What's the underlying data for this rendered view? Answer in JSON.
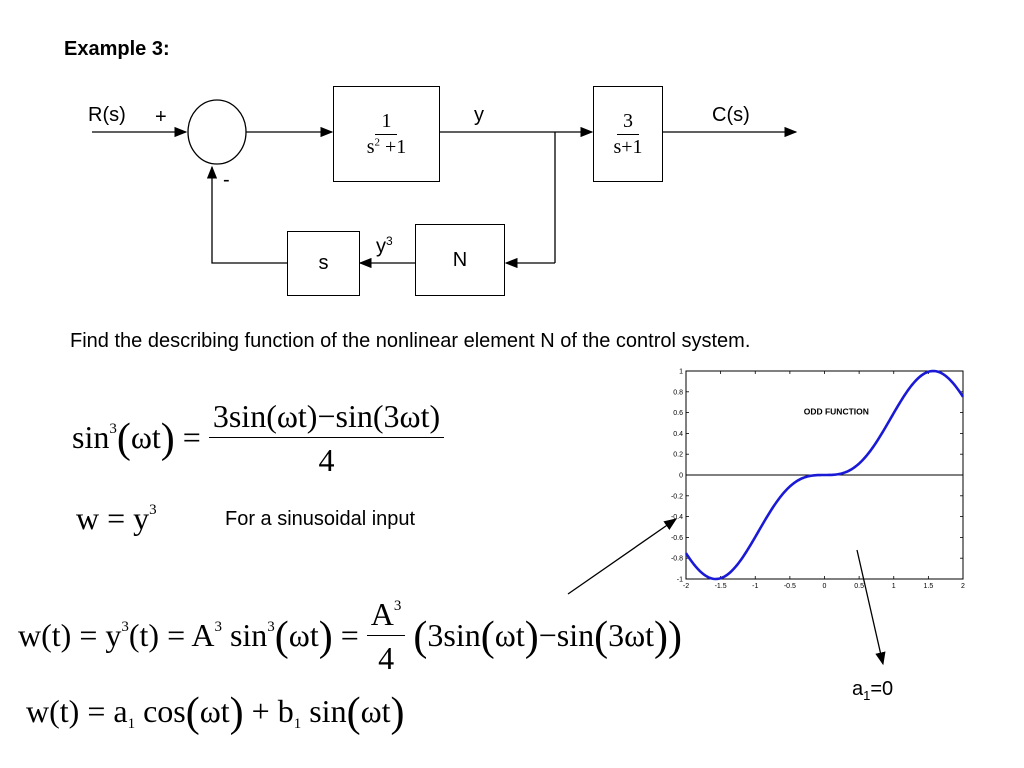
{
  "title": "Example 3:",
  "diagram": {
    "input_label": "R(s)",
    "output_label": "C(s)",
    "plus_sign": "+",
    "minus_sign": "-",
    "y_label": "y",
    "y3_base": "y",
    "y3_exp": "3",
    "block1": {
      "num": "1",
      "den_base": "s",
      "den_exp": "2",
      "den_rest": " +1"
    },
    "block2": {
      "num": "3",
      "den": "s+1"
    },
    "block_n": "N",
    "block_s": "s"
  },
  "problem": "Find the describing function of the nonlinear element N of the control system.",
  "equations": {
    "identity": {
      "lhs_fn": "sin",
      "lhs_exp": "3",
      "lhs_arg": "ωt",
      "num": "3sin(ωt)−sin(3ωt)",
      "den": "4"
    },
    "w_def": {
      "lhs": "w",
      "rhs_base": "y",
      "rhs_exp": "3"
    },
    "sinusoid_note": "For a sinusoidal input",
    "wt_full": {
      "num_base": "A",
      "num_exp": "3",
      "den": "4"
    },
    "fourier": {
      "a_sub": "1",
      "b_sub": "1"
    }
  },
  "a1_note": {
    "base": "a",
    "sub": "1",
    "rest": "=0"
  },
  "chart_data": {
    "type": "line",
    "title": "ODD FUNCTION",
    "function": "sin(x)^3",
    "xlim": [
      -2,
      2
    ],
    "ylim": [
      -1,
      1
    ],
    "x_ticks": [
      "-2",
      "-1.5",
      "-1",
      "-0.5",
      "0",
      "0.5",
      "1",
      "1.5",
      "2"
    ],
    "y_ticks": [
      "1",
      "0.8",
      "0.6",
      "0.4",
      "0.2",
      "0",
      "-0.2",
      "-0.4",
      "-0.6",
      "-0.8",
      "-1"
    ],
    "series": [
      {
        "color": "#1a1ad6",
        "x": [
          -2.0,
          -1.75,
          -1.5,
          -1.25,
          -1.0,
          -0.75,
          -0.5,
          -0.25,
          0.0,
          0.25,
          0.5,
          0.75,
          1.0,
          1.25,
          1.5,
          1.75,
          2.0
        ],
        "y": [
          -0.752,
          -0.945,
          -0.993,
          -0.855,
          -0.596,
          -0.307,
          -0.11,
          -0.015,
          0.0,
          0.015,
          0.11,
          0.307,
          0.596,
          0.855,
          0.993,
          0.945,
          0.752
        ]
      }
    ],
    "hline_zero": true
  }
}
